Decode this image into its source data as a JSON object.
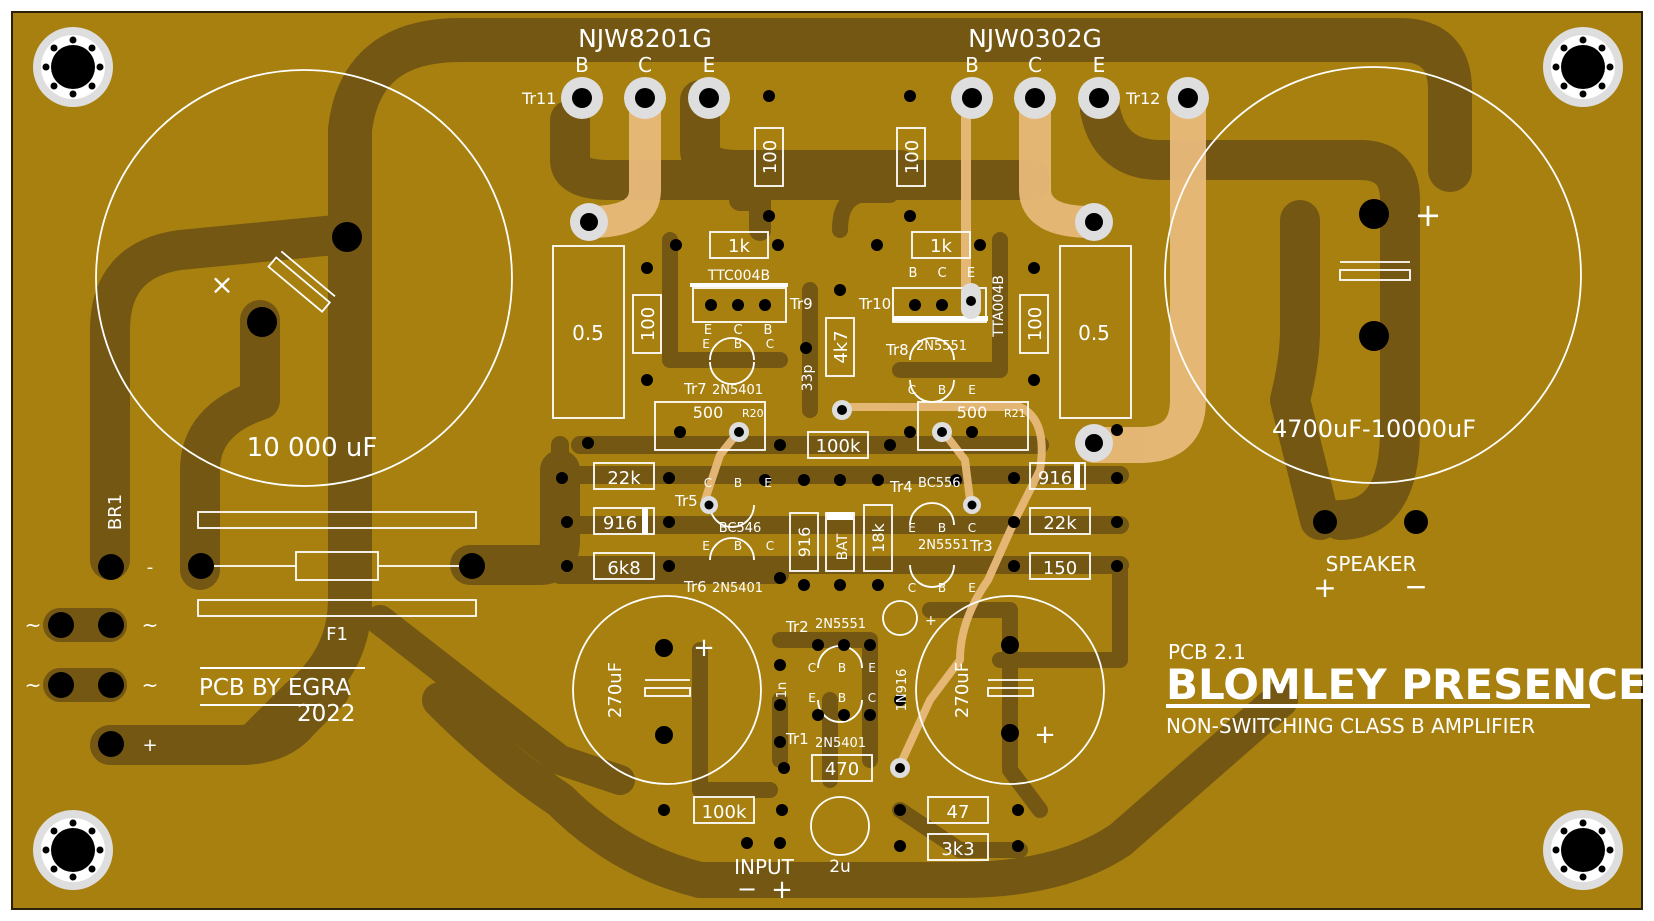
{
  "colors": {
    "board": "#a8800f",
    "trace": "#735713",
    "top_trace": "#e8b97a",
    "silk": "#ffffff",
    "pad": "#000000",
    "pad_ring": "#dedede",
    "outline": "#2a2108"
  },
  "transistors_power": {
    "left_part": "NJW8201G",
    "right_part": "NJW0302G",
    "pin_b": "B",
    "pin_c": "C",
    "pin_e": "E",
    "tr11": "Tr11",
    "tr12": "Tr12"
  },
  "caps": {
    "main_left": "10 000 uF",
    "main_right": "4700uF-10000uF",
    "plus": "+",
    "minus": "-",
    "x_mark": "×",
    "c270_left": "270uF",
    "c270_right": "270uF",
    "c33p": "33p",
    "c1n": "1n",
    "c2u": "2u"
  },
  "resistors": {
    "r100_a": "100",
    "r100_b": "100",
    "r100_c": "100",
    "r100_d": "100",
    "r1k_a": "1k",
    "r1k_b": "1k",
    "r05_a": "0.5",
    "r05_b": "0.5",
    "r4k7": "4k7",
    "r500_a": "500",
    "r500_b": "500",
    "r20": "R20",
    "r21": "R21",
    "r100k_a": "100k",
    "r100k_b": "100k",
    "r22k_a": "22k",
    "r22k_b": "22k",
    "r916_a": "916",
    "r916_b": "916",
    "r916_c": "916",
    "r6k8": "6k8",
    "r18k": "18k",
    "r150": "150",
    "r470": "470",
    "r47": "47",
    "r3k3": "3k3",
    "bat": "BAT",
    "diode": "1N916"
  },
  "small_transistors": {
    "tr9": "Tr9",
    "tr9_part": "TTC004B",
    "tr10": "Tr10",
    "tr10_part": "TTA004B",
    "tr7": "Tr7",
    "tr7_part": "2N5401",
    "tr8": "Tr8",
    "tr8_part": "2N5551",
    "tr5": "Tr5",
    "tr5_part": "BC546",
    "tr4": "Tr4",
    "tr4_part": "BC556",
    "tr6": "Tr6",
    "tr6_part": "2N5401",
    "tr3": "Tr3",
    "tr3_part": "2N5551",
    "tr2": "Tr2",
    "tr2_part": "2N5551",
    "tr1": "Tr1",
    "tr1_part": "2N5401",
    "pin_b": "B",
    "pin_c": "C",
    "pin_e": "E"
  },
  "labels": {
    "br1": "BR1",
    "f1": "F1",
    "tilde": "~",
    "minus": "-",
    "plus": "+",
    "speaker": "SPEAKER",
    "spk_plus": "+",
    "spk_minus": "−",
    "input": "INPUT",
    "input_minus": "−",
    "input_plus": "+"
  },
  "credits": {
    "line1": "PCB BY EGRA",
    "line2": "2022"
  },
  "title": {
    "version": "PCB 2.1",
    "name": "BLOMLEY PRESENCE",
    "subtitle": "NON-SWITCHING CLASS B AMPLIFIER"
  }
}
